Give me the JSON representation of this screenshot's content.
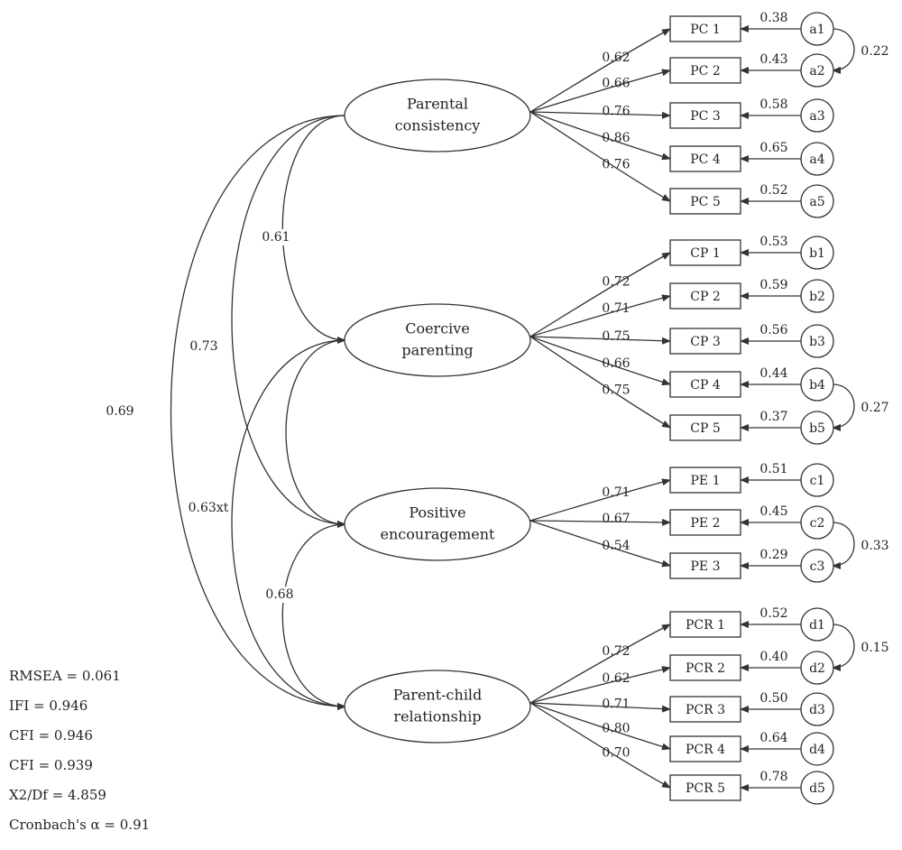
{
  "latents": [
    {
      "id": "PC",
      "lines": [
        "Parental",
        "consistency"
      ]
    },
    {
      "id": "CP",
      "lines": [
        "Coercive",
        "parenting"
      ]
    },
    {
      "id": "PE",
      "lines": [
        "Positive",
        "encouragement"
      ]
    },
    {
      "id": "PCR",
      "lines": [
        "Parent-child",
        "relationship"
      ]
    }
  ],
  "indicators": [
    {
      "latent": "PC",
      "label": "PC 1",
      "loading": "0.62",
      "error": "a1",
      "error_value": "0.38"
    },
    {
      "latent": "PC",
      "label": "PC 2",
      "loading": "0.66",
      "error": "a2",
      "error_value": "0.43"
    },
    {
      "latent": "PC",
      "label": "PC 3",
      "loading": "0.76",
      "error": "a3",
      "error_value": "0.58"
    },
    {
      "latent": "PC",
      "label": "PC 4",
      "loading": "0.86",
      "error": "a4",
      "error_value": "0.65"
    },
    {
      "latent": "PC",
      "label": "PC 5",
      "loading": "0.76",
      "error": "a5",
      "error_value": "0.52"
    },
    {
      "latent": "CP",
      "label": "CP 1",
      "loading": "0.72",
      "error": "b1",
      "error_value": "0.53"
    },
    {
      "latent": "CP",
      "label": "CP 2",
      "loading": "0.71",
      "error": "b2",
      "error_value": "0.59"
    },
    {
      "latent": "CP",
      "label": "CP 3",
      "loading": "0.75",
      "error": "b3",
      "error_value": "0.56"
    },
    {
      "latent": "CP",
      "label": "CP 4",
      "loading": "0.66",
      "error": "b4",
      "error_value": "0.44"
    },
    {
      "latent": "CP",
      "label": "CP 5",
      "loading": "0.75",
      "error": "b5",
      "error_value": "0.37"
    },
    {
      "latent": "PE",
      "label": "PE 1",
      "loading": "0.71",
      "error": "c1",
      "error_value": "0.51"
    },
    {
      "latent": "PE",
      "label": "PE 2",
      "loading": "0.67",
      "error": "c2",
      "error_value": "0.45"
    },
    {
      "latent": "PE",
      "label": "PE 3",
      "loading": "0.54",
      "error": "c3",
      "error_value": "0.29"
    },
    {
      "latent": "PCR",
      "label": "PCR 1",
      "loading": "0.72",
      "error": "d1",
      "error_value": "0.52"
    },
    {
      "latent": "PCR",
      "label": "PCR 2",
      "loading": "0.62",
      "error": "d2",
      "error_value": "0.40"
    },
    {
      "latent": "PCR",
      "label": "PCR 3",
      "loading": "0.71",
      "error": "d3",
      "error_value": "0.50"
    },
    {
      "latent": "PCR",
      "label": "PCR 4",
      "loading": "0.80",
      "error": "d4",
      "error_value": "0.64"
    },
    {
      "latent": "PCR",
      "label": "PCR 5",
      "loading": "0.70",
      "error": "d5",
      "error_value": "0.78"
    }
  ],
  "error_covariances": [
    {
      "from": "a1",
      "to": "a2",
      "value": "0.22"
    },
    {
      "from": "b4",
      "to": "b5",
      "value": "0.27"
    },
    {
      "from": "c2",
      "to": "c3",
      "value": "0.33"
    },
    {
      "from": "d1",
      "to": "d2",
      "value": "0.15"
    }
  ],
  "latent_correlations": [
    {
      "from": "PC",
      "to": "CP",
      "value": "0.61"
    },
    {
      "from": "PC",
      "to": "PE",
      "value": "0.73"
    },
    {
      "from": "PC",
      "to": "PCR",
      "value": "0.69"
    },
    {
      "from": "CP",
      "to": "PE",
      "value": ""
    },
    {
      "from": "CP",
      "to": "PCR",
      "value": "0.63xt"
    },
    {
      "from": "PE",
      "to": "PCR",
      "value": "0.68"
    }
  ],
  "fit_indices": [
    "RMSEA = 0.061",
    "IFI = 0.946",
    "CFI = 0.946",
    "CFI = 0.939",
    "X2/Df = 4.859",
    "Cronbach's α = 0.91"
  ]
}
